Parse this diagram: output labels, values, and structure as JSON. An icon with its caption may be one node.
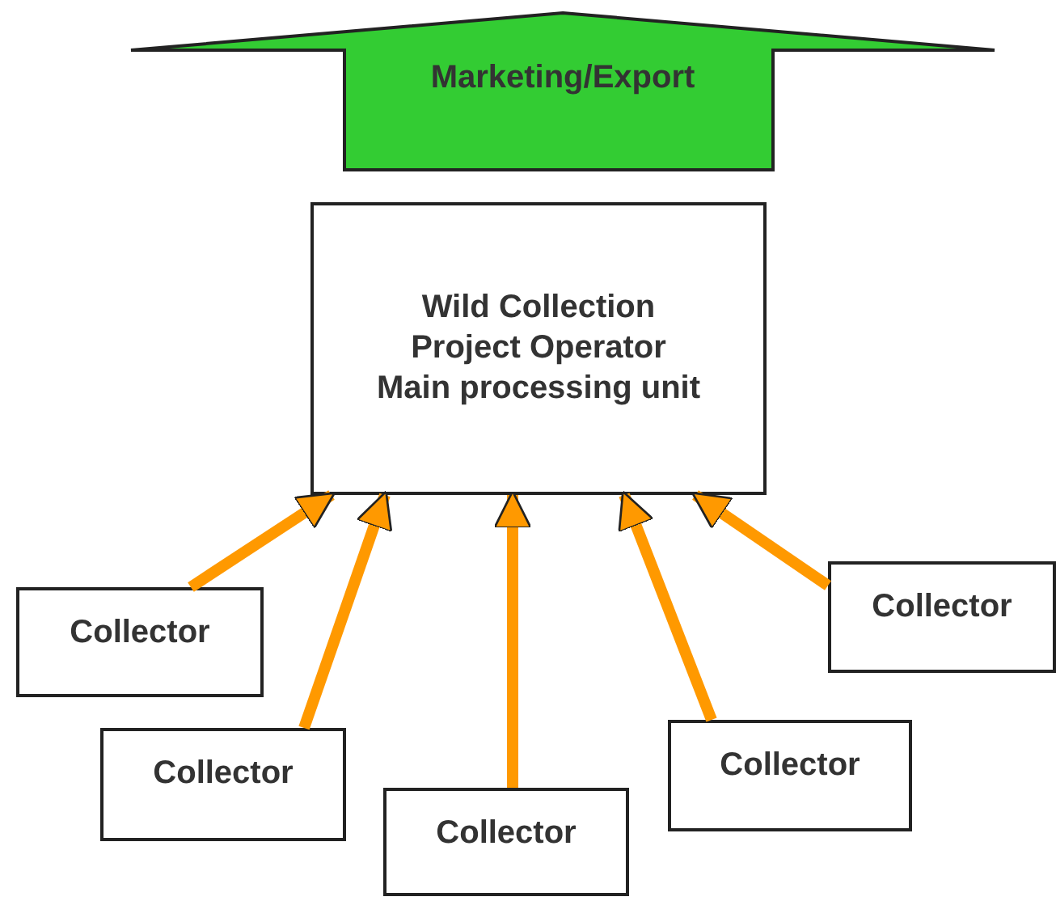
{
  "diagram": {
    "nodes": [
      {
        "text": [
          "Marketing/Export"
        ]
      },
      {
        "text": [
          "Wild Collection",
          "Project Operator",
          "Main processing unit"
        ]
      },
      {
        "text": [
          "Collector"
        ]
      },
      {
        "text": [
          "Collector"
        ]
      },
      {
        "text": [
          "Collector"
        ]
      },
      {
        "text": [
          "Collector"
        ]
      },
      {
        "text": [
          "Collector"
        ]
      }
    ],
    "edges": [
      {
        "from": 2,
        "to": 1,
        "arrow": "to",
        "color": "#ff9900"
      },
      {
        "from": 3,
        "to": 1,
        "arrow": "to",
        "color": "#ff9900"
      },
      {
        "from": 4,
        "to": 1,
        "arrow": "to",
        "color": "#ff9900"
      },
      {
        "from": 5,
        "to": 1,
        "arrow": "to",
        "color": "#ff9900"
      },
      {
        "from": 6,
        "to": 1,
        "arrow": "to",
        "color": "#ff9900"
      }
    ]
  }
}
